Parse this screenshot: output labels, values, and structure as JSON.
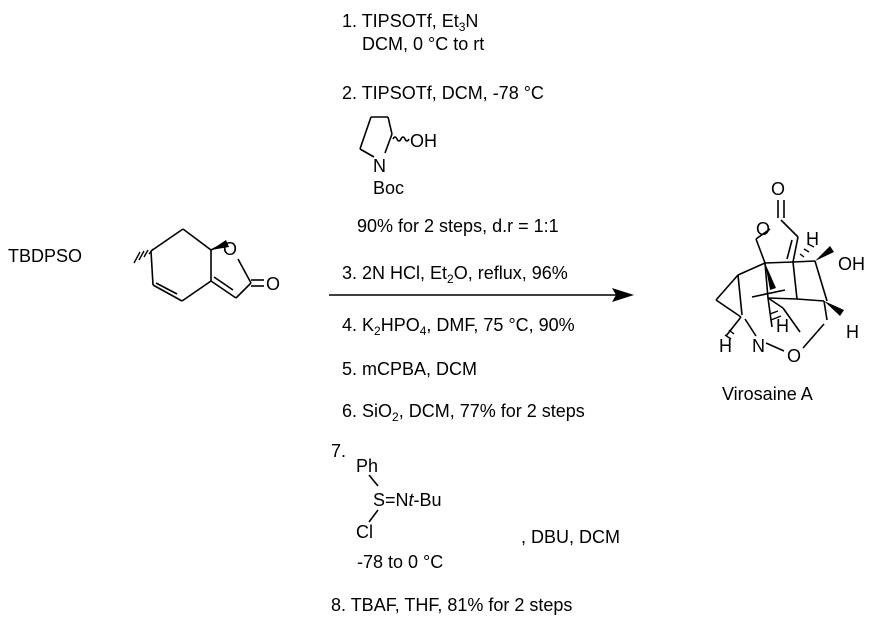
{
  "starting_material": {
    "group_label": "TBDPSO",
    "ring_o": "O",
    "carbonyl_o": "O"
  },
  "steps": {
    "s1_a": "1. TIPSOTf, Et",
    "s1_a_sub": "3",
    "s1_a_end": "N",
    "s1_b": "DCM, 0 °C to rt",
    "s2": "2. TIPSOTf, DCM, -78 °C",
    "pyrrolidine_oh": "OH",
    "pyrrolidine_n": "N",
    "pyrrolidine_boc": "Boc",
    "s2_yield": "90% for 2 steps, d.r = 1:1",
    "s3_a": "3. 2N HCl, Et",
    "s3_sub": "2",
    "s3_b": "O, reflux, 96%",
    "s4_a": "4. K",
    "s4_sub1": "2",
    "s4_b": "HPO",
    "s4_sub2": "4",
    "s4_c": ", DMF, 75 °C, 90%",
    "s5": "5. mCPBA, DCM",
    "s6_a": "6. SiO",
    "s6_sub": "2",
    "s6_b": ", DCM, 77% for 2 steps",
    "s7": "7.",
    "reagent_ph": "Ph",
    "reagent_sn_a": "S=N",
    "reagent_sn_tbu": "t",
    "reagent_sn_b": "-Bu",
    "reagent_cl": "Cl",
    "s7_cond": ", DBU, DCM",
    "s7_temp": "-78 to 0 °C",
    "s8": "8. TBAF, THF, 81% for 2 steps"
  },
  "product": {
    "name": "Virosaine A",
    "carbonyl_o": "O",
    "lactone_o": "O",
    "h1": "H",
    "oh": "OH",
    "h2": "H",
    "h3": "H",
    "h4": "H",
    "n": "N",
    "o_iso": "O"
  }
}
